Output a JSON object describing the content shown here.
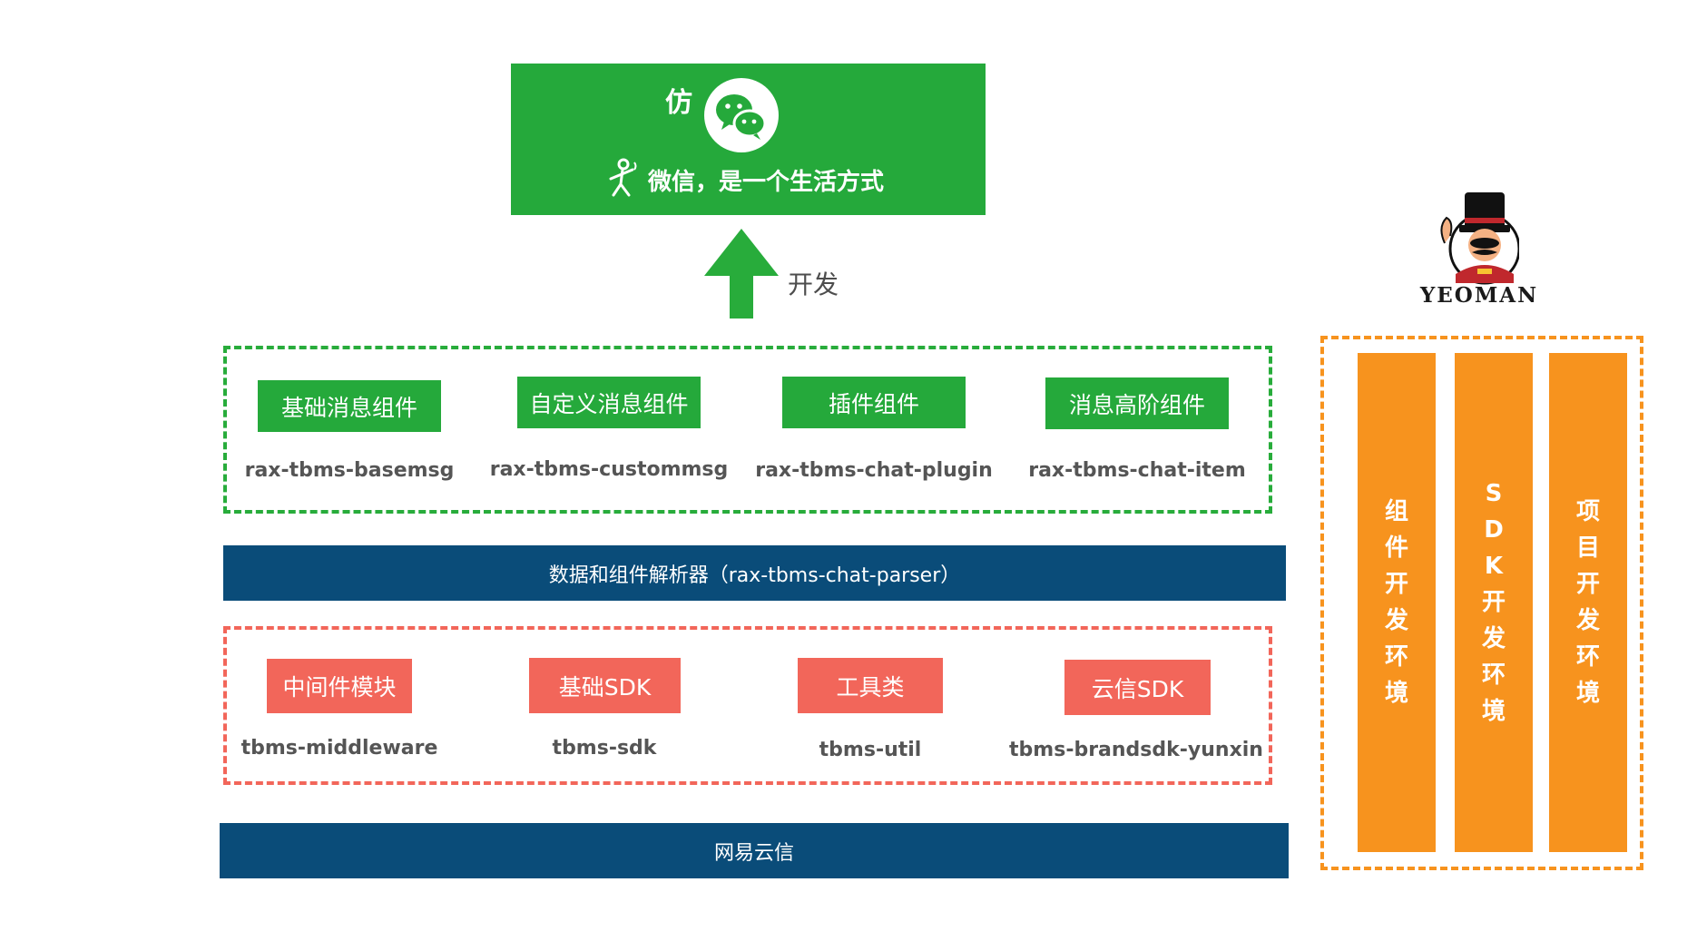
{
  "banner": {
    "prefix": "仿",
    "slogan": "微信，是一个生活方式",
    "color": "#25a93b"
  },
  "arrow": {
    "label": "开发",
    "color": "#28ac3b"
  },
  "yeoman": {
    "label": "YEOMAN"
  },
  "components": [
    {
      "name": "基础消息组件",
      "package": "rax-tbms-basemsg"
    },
    {
      "name": "自定义消息组件",
      "package": "rax-tbms-custommsg"
    },
    {
      "name": "插件组件",
      "package": "rax-tbms-chat-plugin"
    },
    {
      "name": "消息高阶组件",
      "package": "rax-tbms-chat-item"
    }
  ],
  "parser_bar": {
    "label": "数据和组件解析器（rax-tbms-chat-parser）"
  },
  "sdk_modules": [
    {
      "name": "中间件模块",
      "package": "tbms-middleware"
    },
    {
      "name": "基础SDK",
      "package": "tbms-sdk"
    },
    {
      "name": "工具类",
      "package": "tbms-util"
    },
    {
      "name": "云信SDK",
      "package": "tbms-brandsdk-yunxin"
    }
  ],
  "base_bar": {
    "label": "网易云信"
  },
  "environments": [
    {
      "chars": [
        "组",
        "件",
        "开",
        "发",
        "环",
        "境"
      ]
    },
    {
      "chars": [
        "S",
        "D",
        "K",
        "开",
        "发",
        "环",
        "境"
      ]
    },
    {
      "chars": [
        "项",
        "目",
        "开",
        "发",
        "环",
        "境"
      ]
    }
  ],
  "colors": {
    "green": "#25a93b",
    "red": "#f2665a",
    "navy": "#0a4c79",
    "orange": "#f7931e"
  }
}
